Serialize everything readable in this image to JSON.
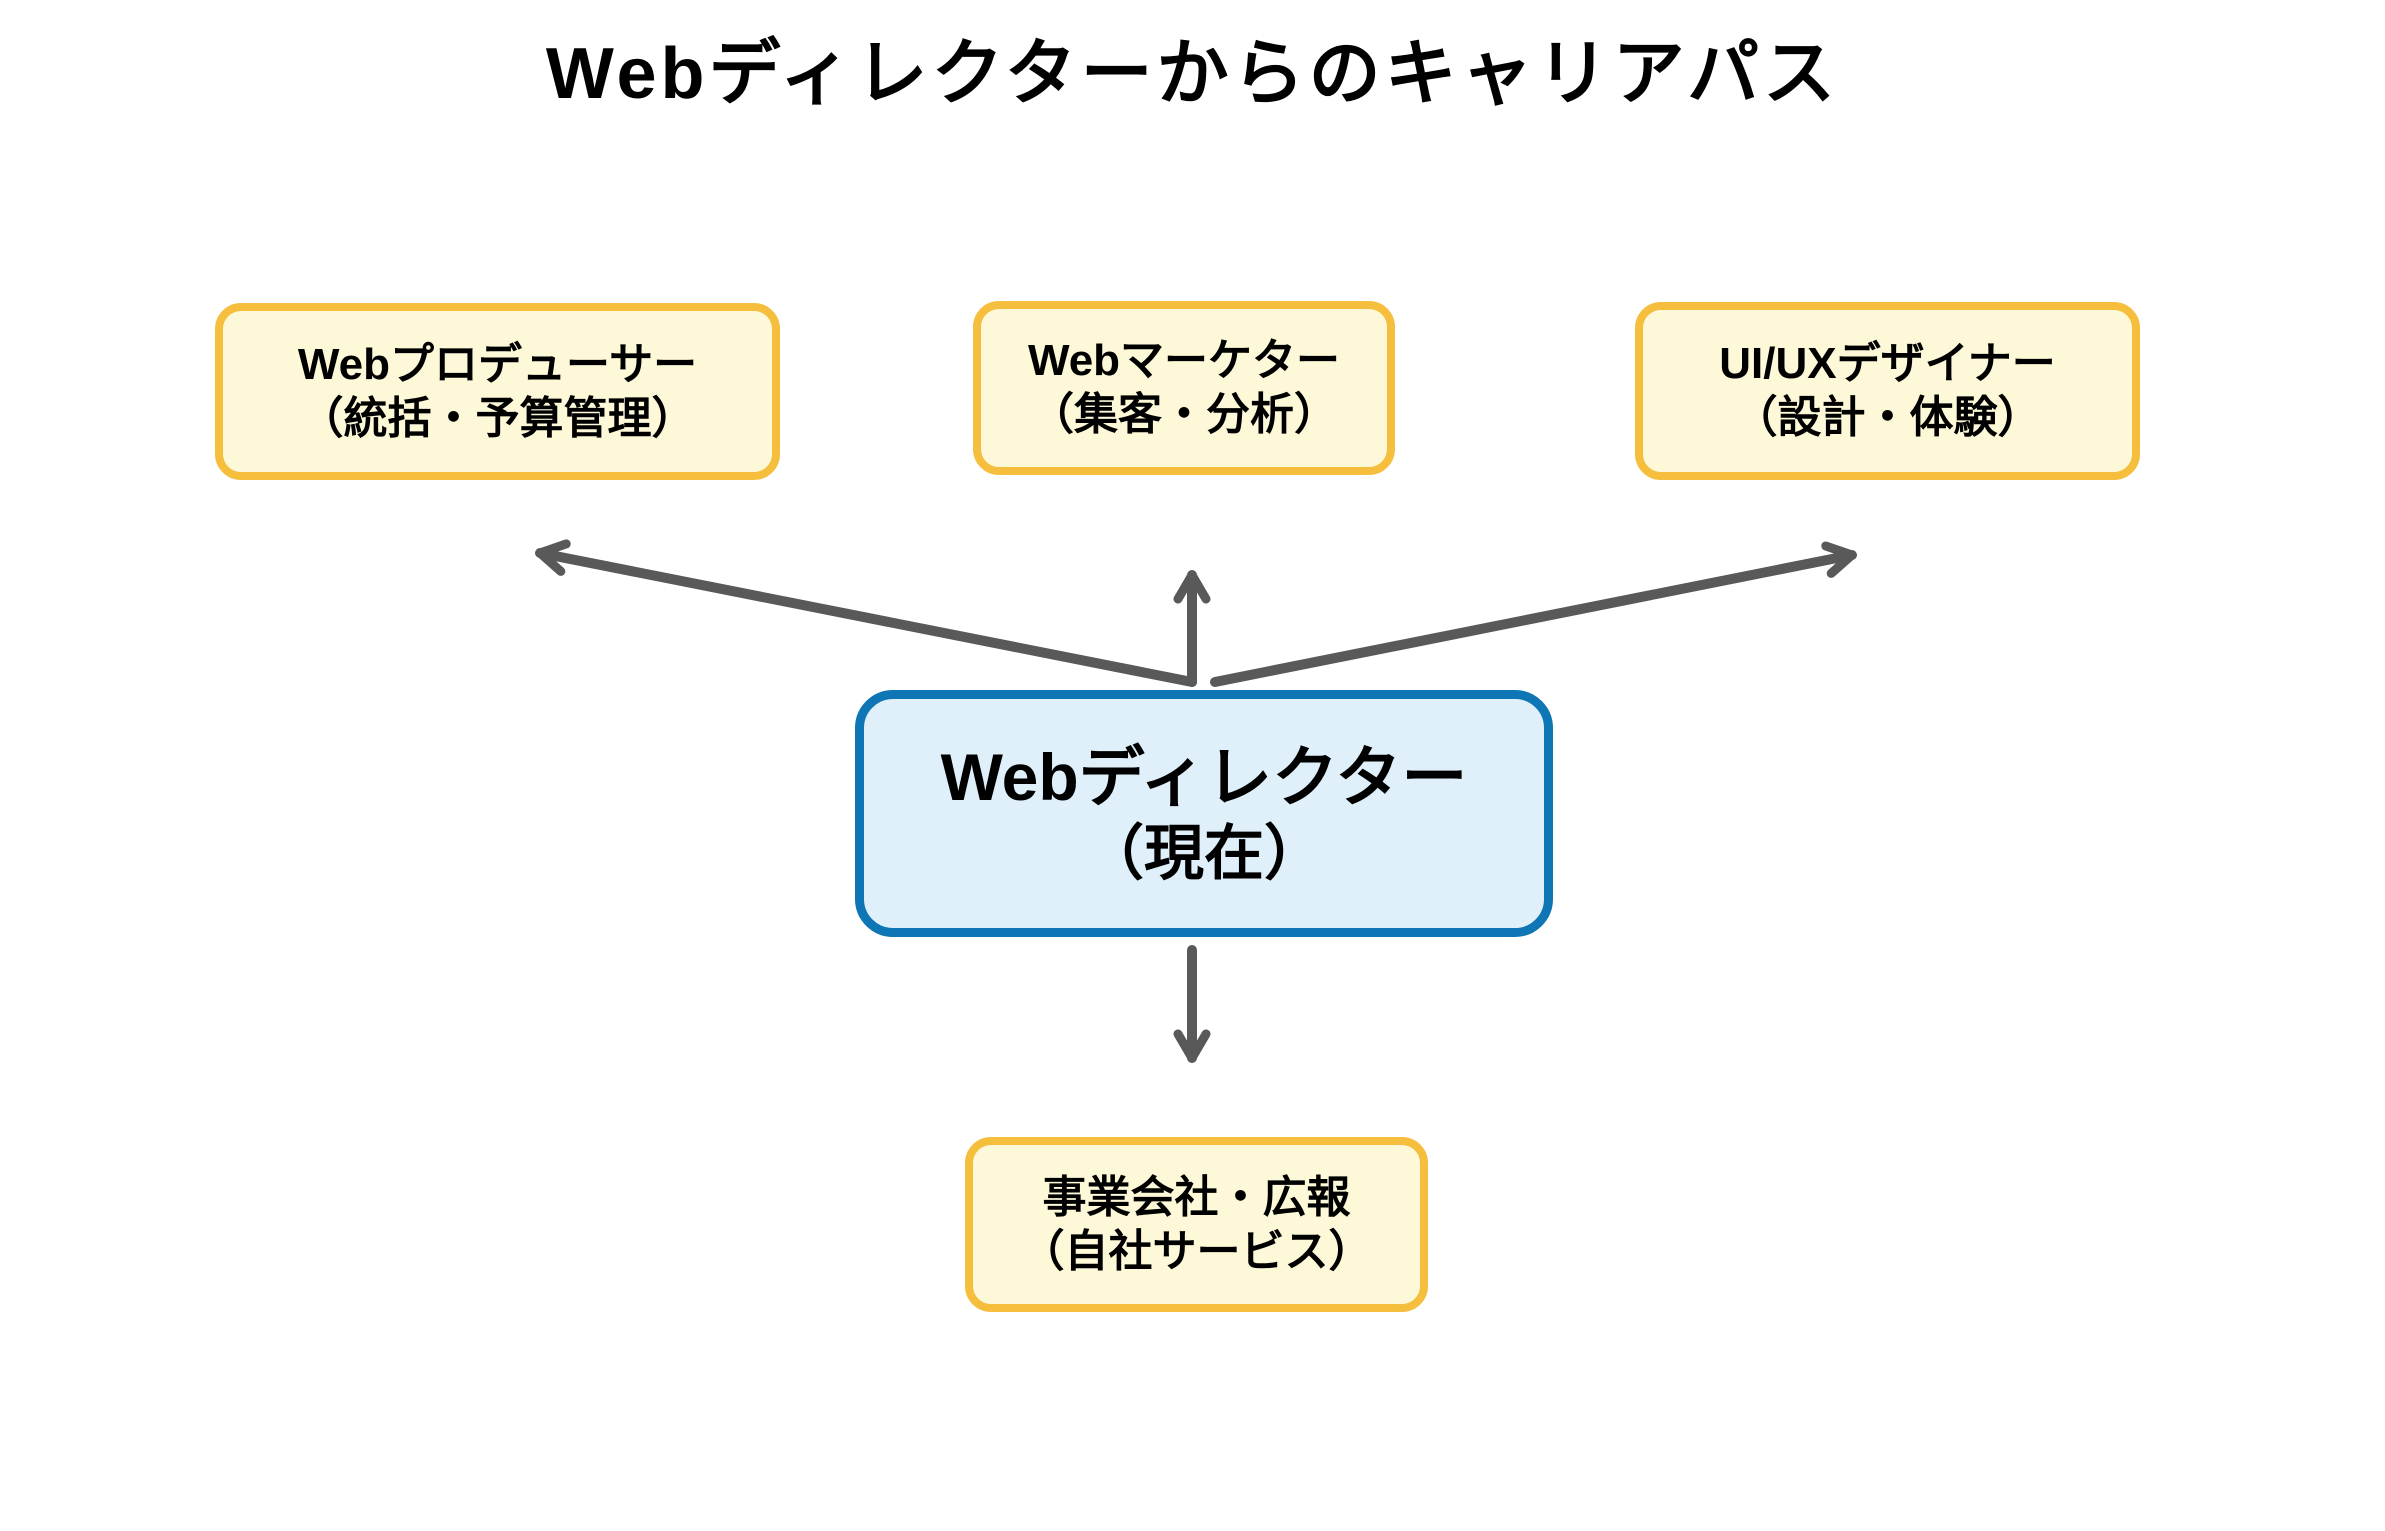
{
  "title": "Webディレクターからのキャリアパス",
  "diagram": {
    "current": {
      "label": "Webディレクター",
      "detail": "（現在）"
    },
    "paths": [
      {
        "label": "Webプロデューサー",
        "detail": "（統括・予算管理）"
      },
      {
        "label": "Webマーケター",
        "detail": "（集客・分析）"
      },
      {
        "label": "UI/UXデザイナー",
        "detail": "（設計・体験）"
      },
      {
        "label": "事業会社・広報",
        "detail": "（自社サービス）"
      }
    ],
    "colors": {
      "background": "#FFFFFF",
      "text": "#000000",
      "path_fill": "#FDF8D8",
      "path_border": "#F5BE3D",
      "current_fill": "#DFF0FA",
      "current_border": "#0E76B4",
      "arrow": "#595959"
    }
  }
}
